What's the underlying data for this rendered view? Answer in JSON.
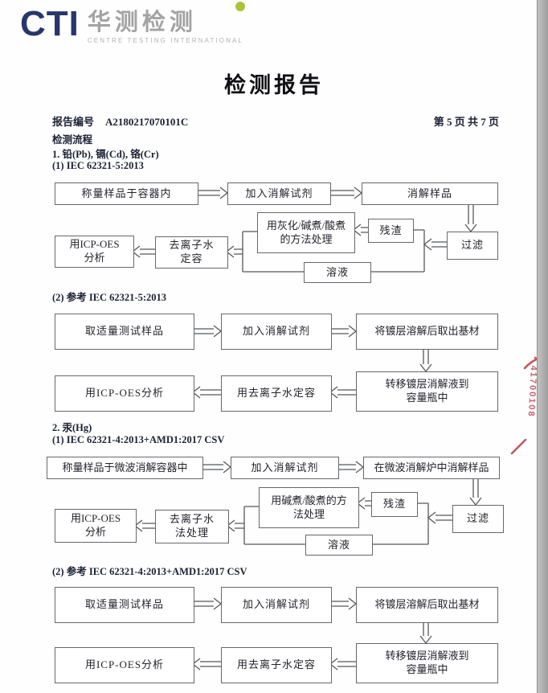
{
  "header": {
    "logo_text": "CTI",
    "logo_cn": "华测检测",
    "logo_tagline": "CENTRE TESTING INTERNATIONAL",
    "title": "检测报告",
    "report_no_label": "报告编号",
    "report_no": "A2180217070101C",
    "page_label": "第 5 页  共 7 页"
  },
  "sections": {
    "flow_title": "检测流程",
    "s1": "1. 铅(Pb), 镉(Cd), 铬(Cr)",
    "fc1_method": "(1) IEC 62321-5:2013",
    "fc2_method": "(2) 参考 IEC 62321-5:2013",
    "s2": "2. 汞(Hg)",
    "fc3_method": "(1) IEC 62321-4:2013+AMD1:2017 CSV",
    "fc4_method": "(2) 参考 IEC 62321-4:2013+AMD1:2017 CSV"
  },
  "flowcharts": {
    "fc1": {
      "weigh": "称量样品于容器内",
      "reagent": "加入消解试剂",
      "digest": "消解样品",
      "filter": "过滤",
      "residue": "残渣",
      "treat": "用灰化/碱煮/酸煮\n的方法处理",
      "solution": "溶液",
      "volume": "去离子水\n定容",
      "icp": "用ICP-OES\n分析"
    },
    "fc2": {
      "sample": "取适量测试样品",
      "reagent": "加入消解试剂",
      "dissolve": "将镀层溶解后取出基材",
      "transfer": "转移镀层消解液到\n容量瓶中",
      "volume": "用去离子水定容",
      "icp": "用ICP-OES分析"
    },
    "fc3": {
      "weigh": "称量样品于微波消解容器中",
      "reagent": "加入消解试剂",
      "digest": "在微波消解炉中消解样品",
      "filter": "过滤",
      "residue": "残渣",
      "treat": "用碱煮/酸煮的方\n法处理",
      "solution": "溶液",
      "volume": "去离子水\n法处理",
      "icp": "用ICP-OES\n分析"
    },
    "fc4": {
      "sample": "取适量测试样品",
      "reagent": "加入消解试剂",
      "dissolve": "将镀层溶解后取出基材",
      "transfer": "转移镀层消解液到\n容量瓶中",
      "volume": "用去离子水定容",
      "icp": "用ICP-OES分析"
    }
  },
  "stamp": {
    "text": "41700108"
  }
}
